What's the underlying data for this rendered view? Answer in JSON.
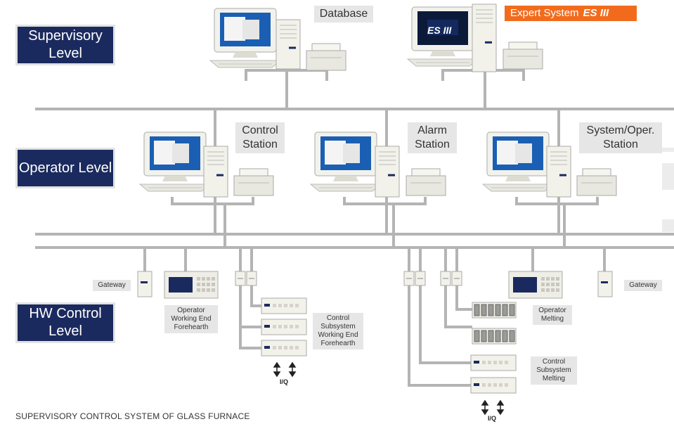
{
  "levels": {
    "supervisory": "Supervisory Level",
    "operator": "Operator Level",
    "hw_control": "HW Control Level"
  },
  "supervisory": {
    "database_label": "Database",
    "expert_system_label": "Expert System",
    "expert_logo": "ES III"
  },
  "operator": {
    "control_station_line1": "Control",
    "control_station_line2": "Station",
    "alarm_station_line1": "Alarm",
    "alarm_station_line2": "Station",
    "system_station_line1": "System/Oper.",
    "system_station_line2": "Station"
  },
  "hw": {
    "gateway_left": "Gateway",
    "gateway_right": "Gateway",
    "operator_we_line1": "Operator",
    "operator_we_line2": "Working End",
    "operator_we_line3": "Forehearth",
    "control_sub_we_line1": "Control",
    "control_sub_we_line2": "Subsystem",
    "control_sub_we_line3": "Working End",
    "control_sub_we_line4": "Forehearth",
    "operator_melting_line1": "Operator",
    "operator_melting_line2": "Melting",
    "control_sub_m_line1": "Control",
    "control_sub_m_line2": "Subsystem",
    "control_sub_m_line3": "Melting",
    "io_left": "I/Q",
    "io_right": "I/Q"
  },
  "caption": "SUPERVISORY CONTROL SYSTEM OF GLASS FURNACE",
  "colors": {
    "level_box": "#1b2a5e",
    "expert_banner": "#f26b1d",
    "screen_blue": "#1a5fb4",
    "bus_gray": "#b4b4b4"
  }
}
